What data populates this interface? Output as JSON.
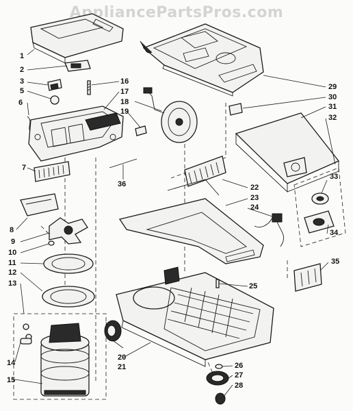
{
  "watermark": "AppliancePartsPros.com",
  "callouts": [
    "1",
    "2",
    "3",
    "5",
    "6",
    "7",
    "8",
    "9",
    "10",
    "11",
    "12",
    "13",
    "14",
    "15",
    "16",
    "17",
    "18",
    "19",
    "20",
    "21",
    "22",
    "23",
    "24",
    "25",
    "26",
    "27",
    "28",
    "29",
    "30",
    "31",
    "32",
    "33",
    "34",
    "35",
    "36"
  ]
}
